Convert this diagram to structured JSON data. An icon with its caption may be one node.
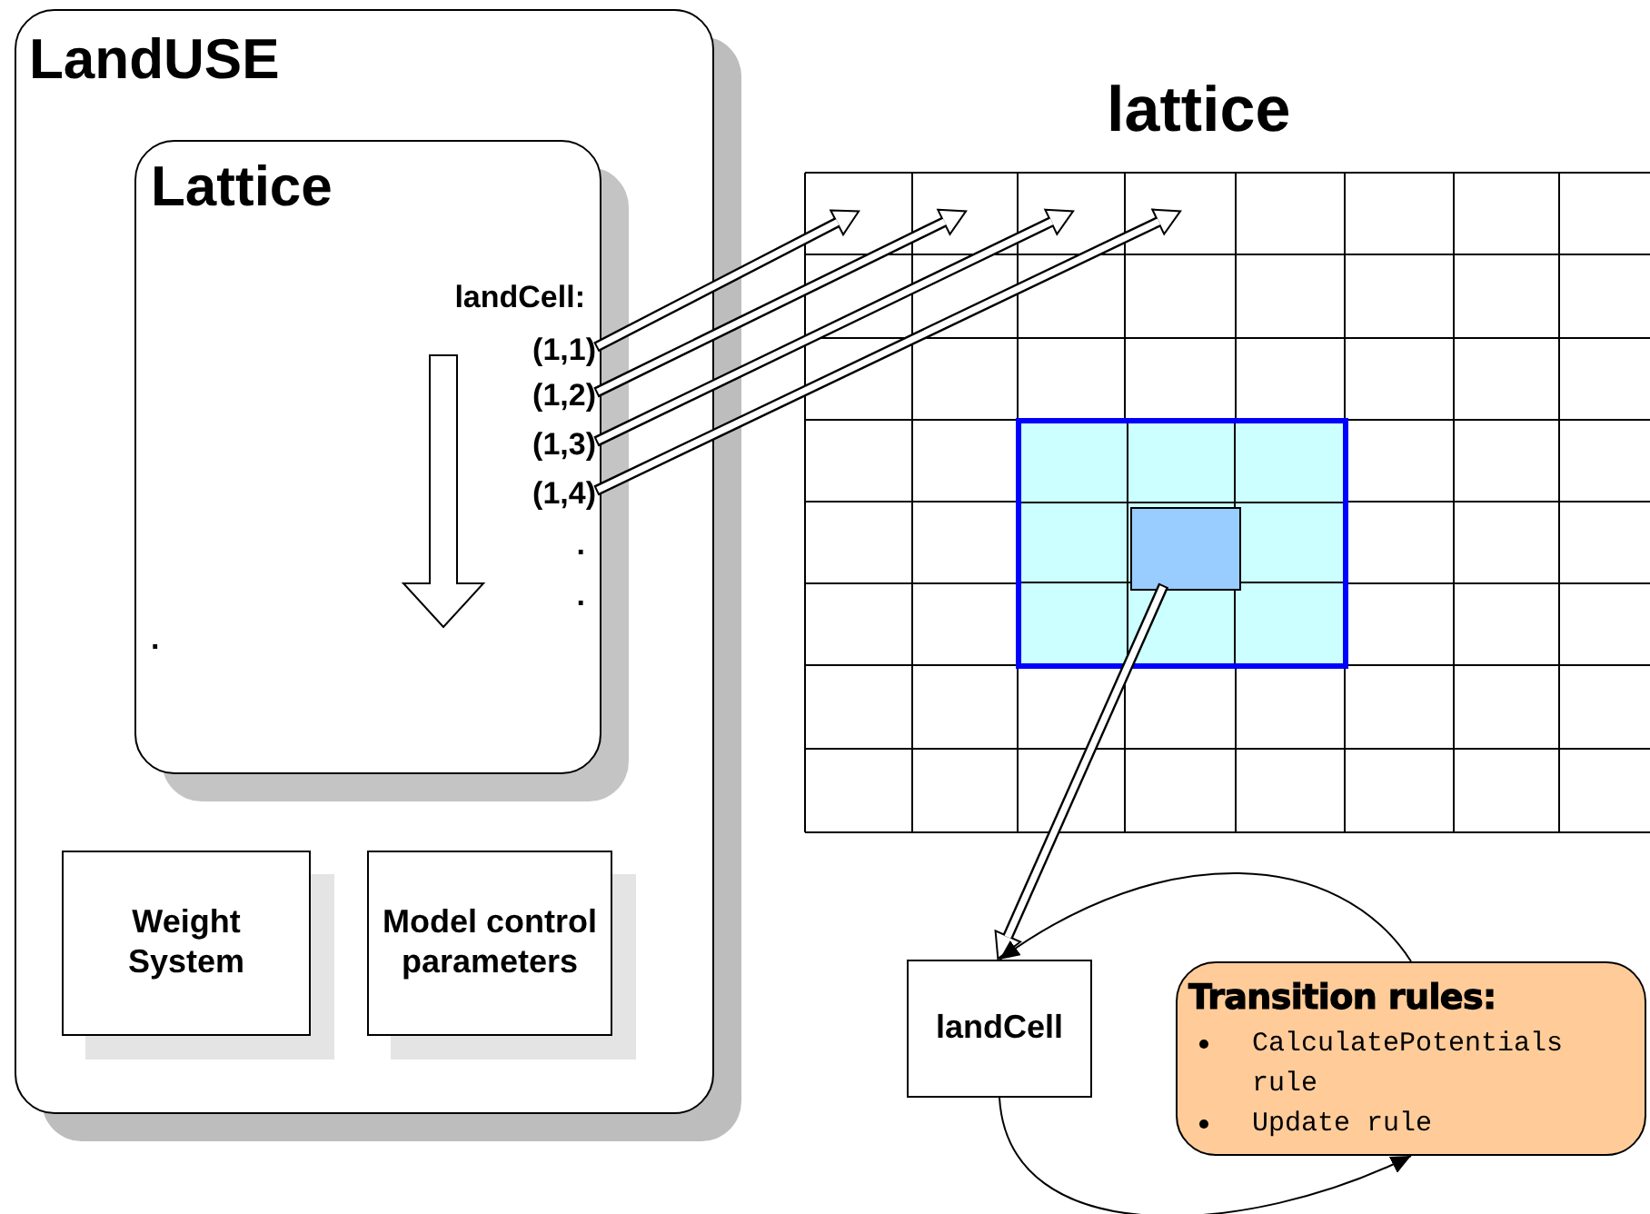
{
  "diagram": {
    "nodes": [
      {
        "text": [
          "LandUSE"
        ]
      },
      {
        "text": [
          "Lattice",
          "landCell:",
          ".",
          ".",
          "."
        ],
        "in": 0
      },
      {
        "text": [
          "(1,1)"
        ],
        "in": 1
      },
      {
        "text": [
          "(1,2)"
        ],
        "in": 1
      },
      {
        "text": [
          "(1,3)"
        ],
        "in": 1
      },
      {
        "text": [
          "(1,4)"
        ],
        "in": 1
      },
      {
        "text": [
          "Weight System"
        ],
        "in": 0
      },
      {
        "text": [
          "Model control parameters"
        ],
        "in": 0
      },
      {
        "text": [
          "lattice"
        ]
      },
      {
        "text": [],
        "shape": "box",
        "in": 8
      },
      {
        "text": [],
        "shape": "box",
        "in": 9
      },
      {
        "text": [
          "landCell"
        ]
      },
      {
        "text": [
          "Transition rules:",
          "CalculatePotentials rule",
          "Update rule"
        ]
      }
    ],
    "edges": [
      {
        "from": 2,
        "to": 8,
        "arrow": "to"
      },
      {
        "from": 3,
        "to": 8,
        "arrow": "to"
      },
      {
        "from": 4,
        "to": 8,
        "arrow": "to"
      },
      {
        "from": 5,
        "to": 8,
        "arrow": "to"
      },
      {
        "from": 10,
        "to": 11,
        "arrow": "to"
      },
      {
        "from": 12,
        "to": 11,
        "arrow": "to"
      },
      {
        "from": 11,
        "to": 12,
        "arrow": "to"
      }
    ]
  }
}
